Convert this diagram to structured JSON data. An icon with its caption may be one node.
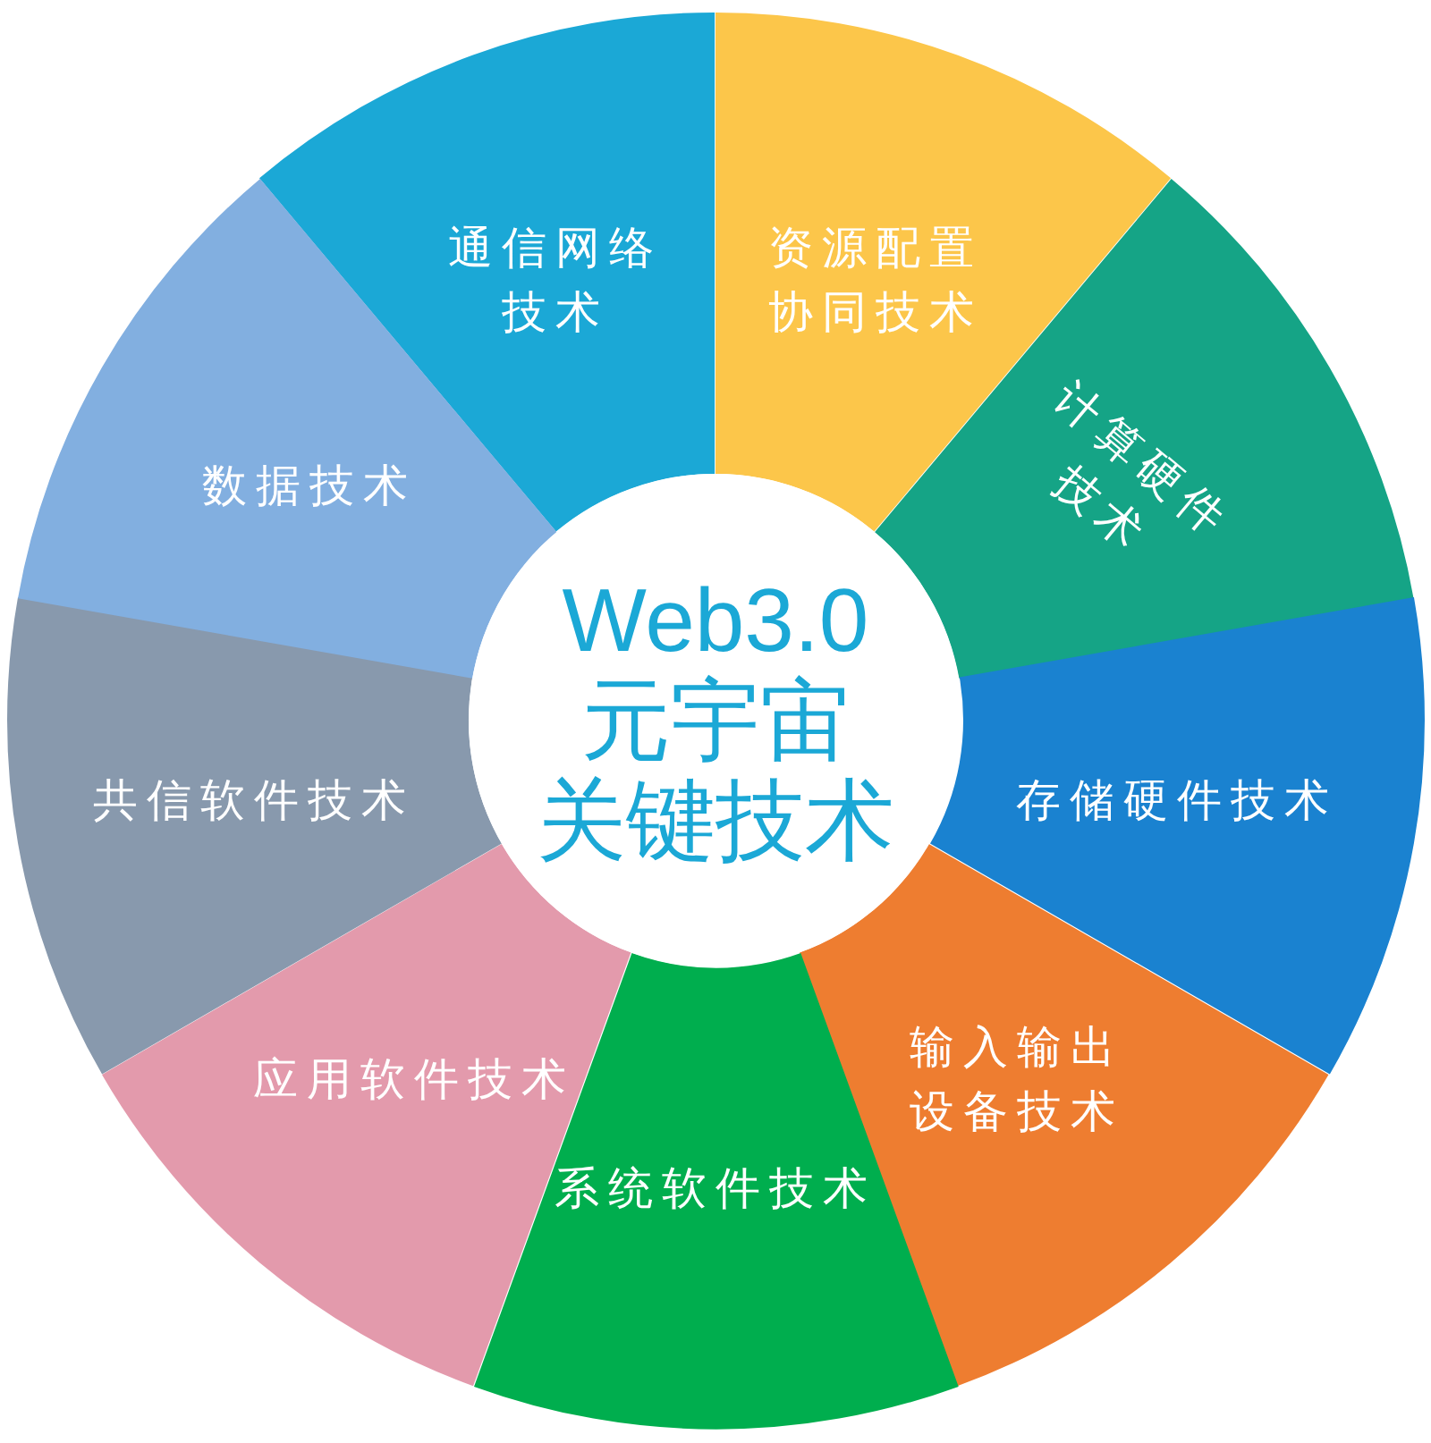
{
  "diagram": {
    "nodes": [
      {
        "text": [
          "Web3.0",
          "元宇宙",
          "关键技术"
        ]
      },
      {
        "text": [
          "通信网络技术"
        ]
      },
      {
        "text": [
          "资源配置协同技术"
        ]
      },
      {
        "text": [
          "计算硬件技术"
        ]
      },
      {
        "text": [
          "存储硬件技术"
        ]
      },
      {
        "text": [
          "输入输出设备技术"
        ]
      },
      {
        "text": [
          "系统软件技术"
        ]
      },
      {
        "text": [
          "应用软件技术"
        ]
      },
      {
        "text": [
          "共信软件技术"
        ]
      },
      {
        "text": [
          "数据技术"
        ]
      }
    ],
    "edges": []
  }
}
